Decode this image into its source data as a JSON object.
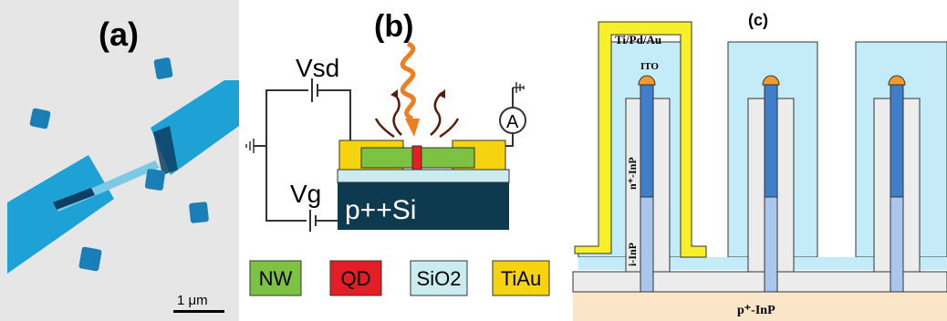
{
  "panel_a": {
    "label": "(a)",
    "scale_bar_label": "1 μm",
    "colors": {
      "background": "#e6e6e6",
      "electrode": "#1ea2d6",
      "dark": "#0b3f63"
    }
  },
  "panel_b": {
    "label": "(b)",
    "vsd_label": "Vsd",
    "vg_label": "Vg",
    "ammeter_label": "A",
    "substrate_label": "p++Si",
    "legend": [
      {
        "label": "NW",
        "color": "#7dc242"
      },
      {
        "label": "QD",
        "color": "#e31e24"
      },
      {
        "label": "SiO2",
        "color": "#c8ecf0"
      },
      {
        "label": "TiAu",
        "color": "#f5d40f"
      }
    ],
    "colors": {
      "substrate": "#0e3a50",
      "arrows": "#5a1a0a",
      "photon": "#f07d1e"
    }
  },
  "panel_c": {
    "label": "(c)",
    "contact_label": "Ti/Pd/Au",
    "ito_label": "ITO",
    "n_label": "n⁺-InP",
    "i_label": "i-InP",
    "substrate_label": "p⁺-InP",
    "colors": {
      "substrate": "#fbe5c8",
      "ito": "#c3ecf8",
      "contact": "#f7ef2a",
      "oxide": "#ececec",
      "n_core": "#3f7ec9",
      "i_core": "#a9c6ec",
      "cap": "#f29a2e"
    }
  }
}
